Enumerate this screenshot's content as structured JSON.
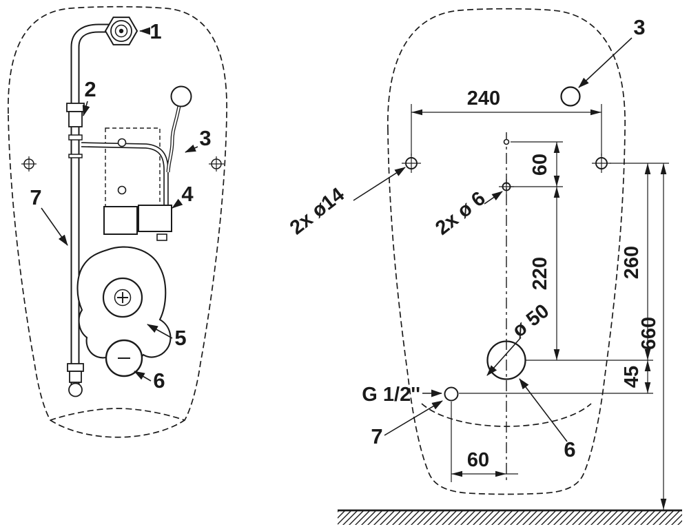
{
  "colors": {
    "ink": "#1a1a1a",
    "background": "#ffffff"
  },
  "left_view": {
    "callouts": [
      "1",
      "2",
      "3",
      "4",
      "5",
      "6",
      "7"
    ]
  },
  "right_view": {
    "callouts": {
      "c3": "3",
      "c6": "6",
      "c7": "7"
    },
    "dimensions": {
      "holes_spacing": "240",
      "holes_to_small": "60",
      "small_to_outlet": "220",
      "holes_to_outlet": "260",
      "outlet_to_inlet": "45",
      "holes_to_floor": "660",
      "inlet_offset": "60"
    },
    "labels": {
      "fixing_holes": "2x ø14",
      "pilot_holes": "2x ø 6",
      "outlet_diameter": "ø 50",
      "water_connection": "G 1/2''"
    }
  }
}
